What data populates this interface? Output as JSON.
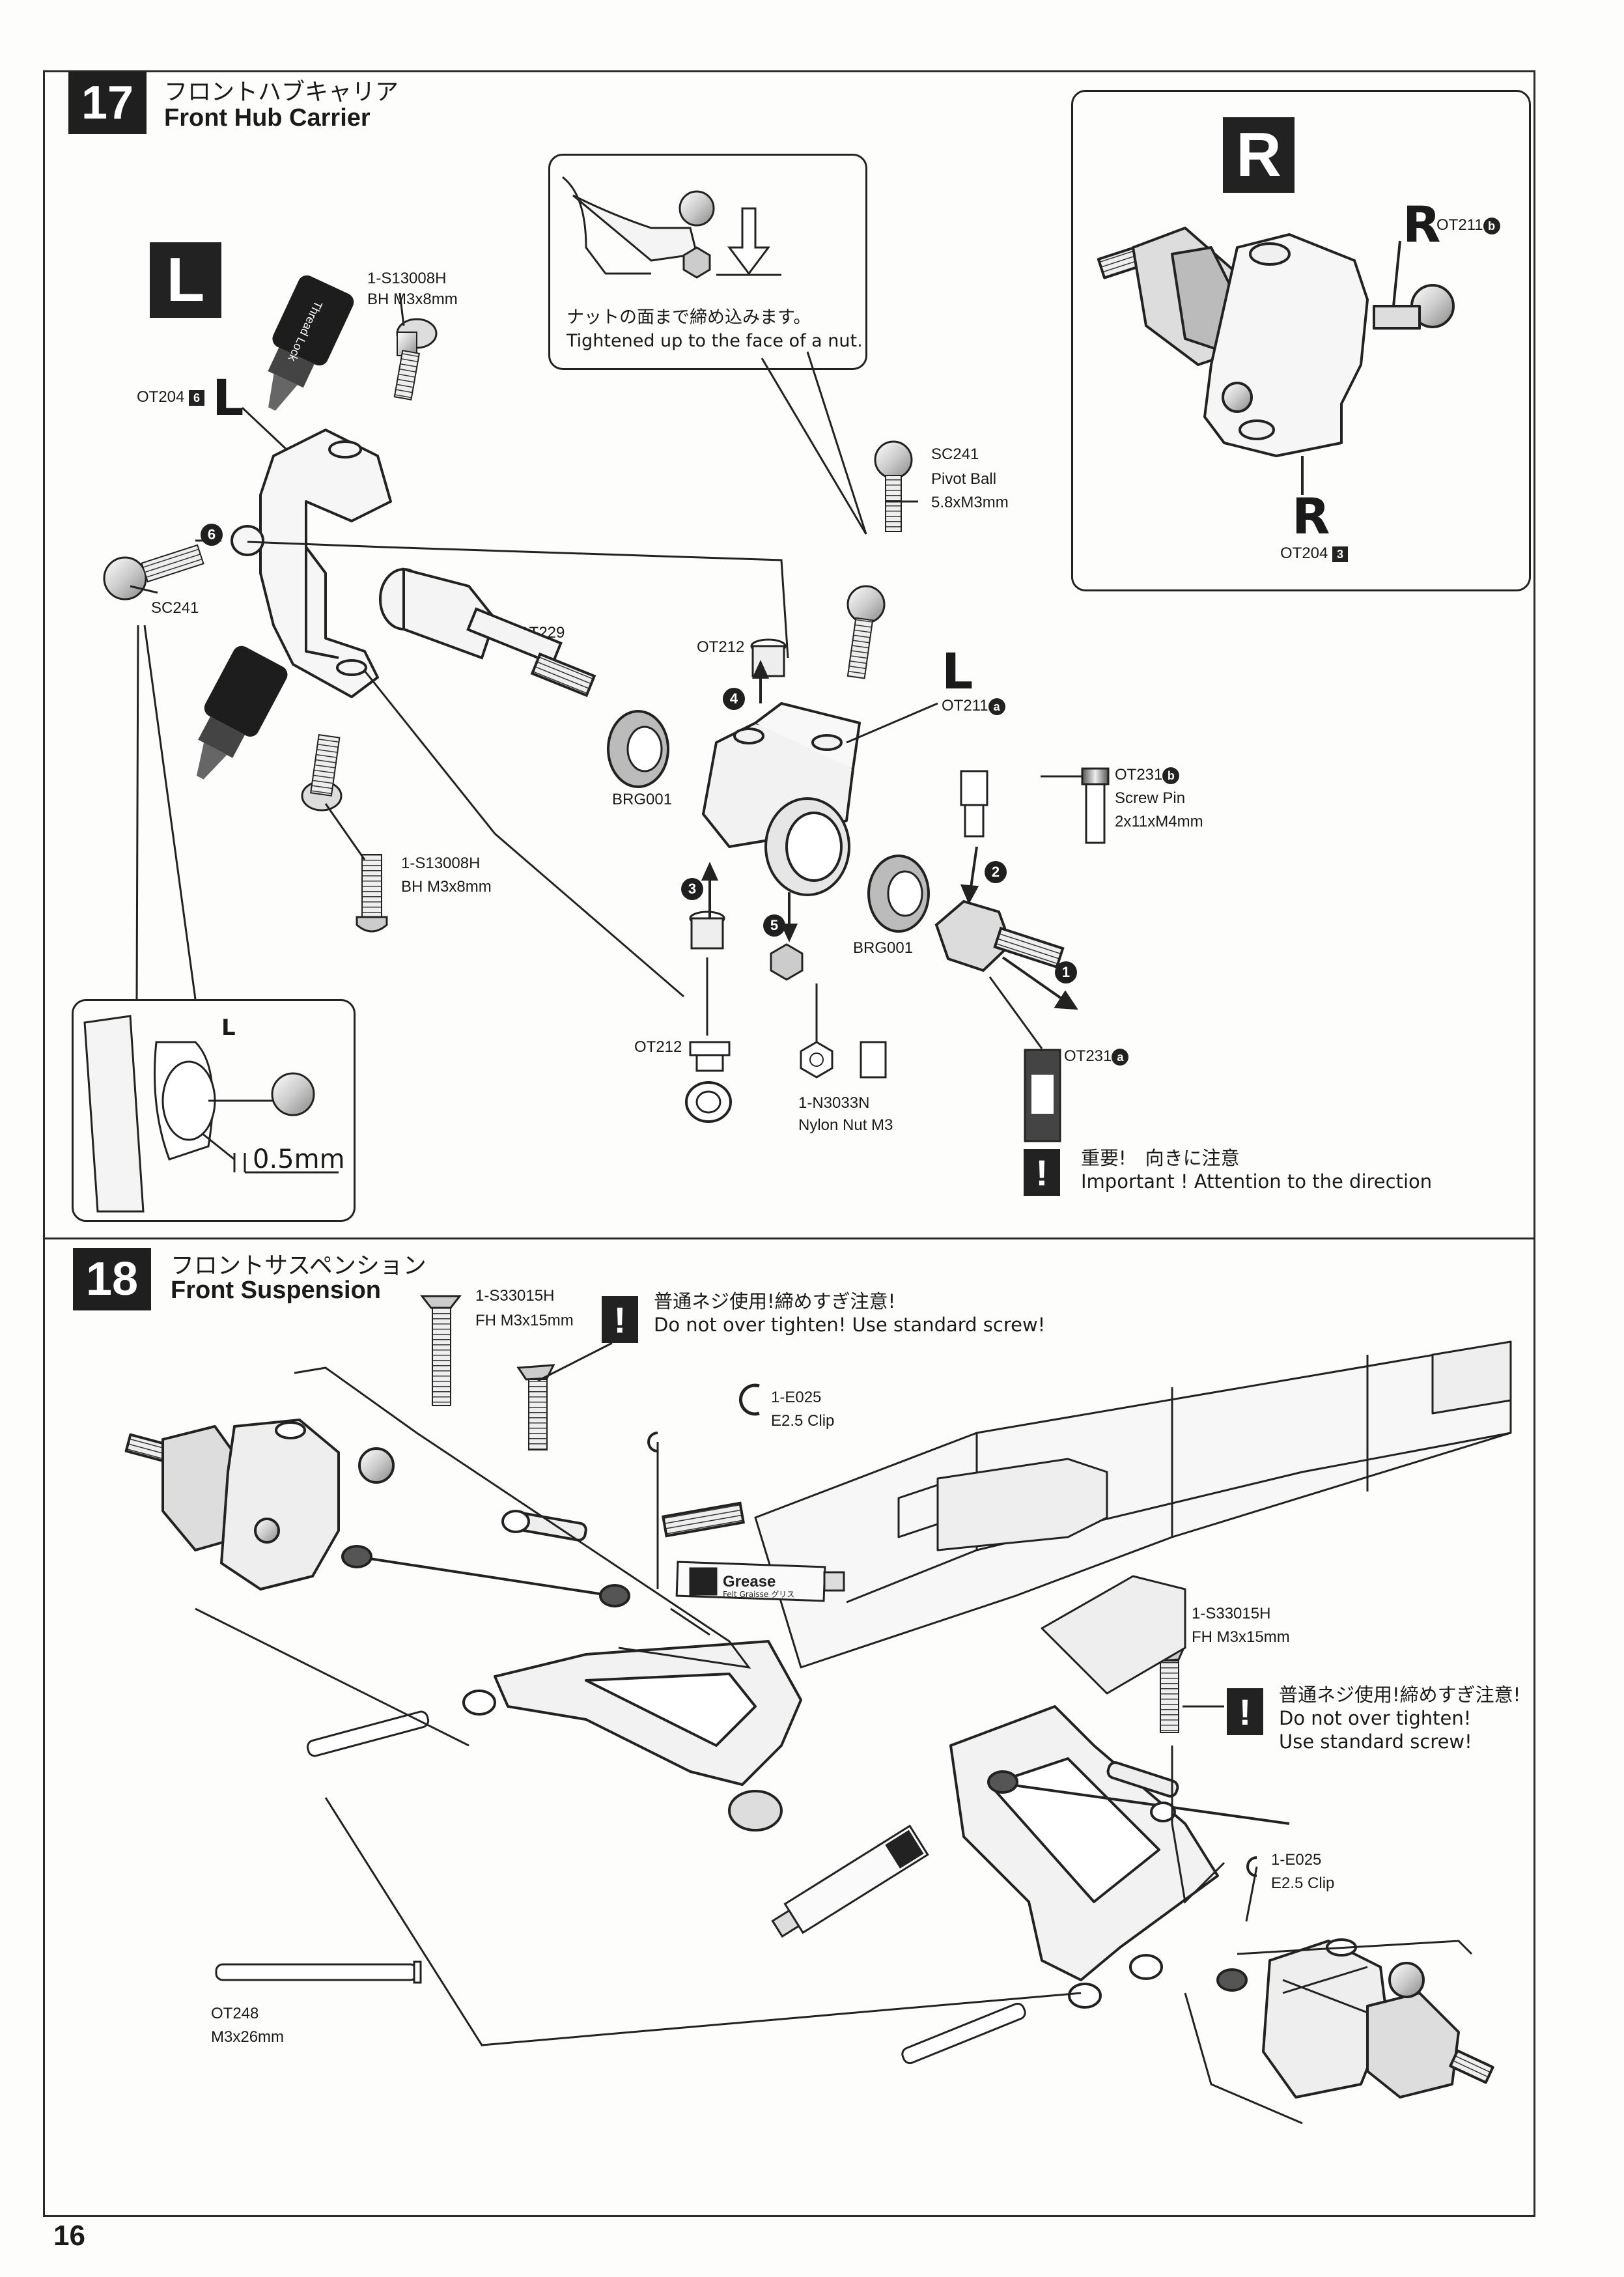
{
  "page_number": "16",
  "step17": {
    "number": "17",
    "title_jp": "フロントハブキャリア",
    "title_en": "Front Hub Carrier",
    "left_badge": "L",
    "right_badge": "R",
    "letter_L": "L",
    "letter_R": "R",
    "inset_top_jp": "ナットの面まで締め込みます。",
    "inset_top_en": "Tightened up to the face of a nut.",
    "inset_bottom_label": "L",
    "inset_bottom_measure": "0.5mm",
    "thread_lock_text": "Thread Lock",
    "parts": {
      "bh_screw_top_code": "1-S13008H",
      "bh_screw_top_size": "BH M3x8mm",
      "bh_screw_bottom_code": "1-S13008H",
      "bh_screw_bottom_size": "BH M3x8mm",
      "ot204_code": "OT204",
      "ot204_num": "6",
      "sc241_left": "SC241",
      "ot229": "OT229",
      "brg001_left": "BRG001",
      "brg001_right": "BRG001",
      "ot212_top": "OT212",
      "ot212_bottom": "OT212",
      "ot211_left_code": "OT211",
      "ot211_left_mark": "a",
      "sc241_pivot_code": "SC241",
      "sc241_pivot_name": "Pivot Ball",
      "sc241_pivot_size": "5.8xM3mm",
      "ot231b_code": "OT231",
      "ot231b_mark": "b",
      "screw_pin_name": "Screw Pin",
      "screw_pin_size": "2x11xM4mm",
      "ot231a_code": "OT231",
      "ot231a_mark": "a",
      "nut_code": "1-N3033N",
      "nut_name": "Nylon Nut M3",
      "ot211_right_code": "OT211",
      "ot211_right_mark": "b",
      "ot204_right_code": "OT204",
      "ot204_right_num": "3"
    },
    "steps_order": [
      "1",
      "2",
      "3",
      "4",
      "5",
      "6"
    ],
    "important_jp": "重要!　向きに注意",
    "important_en": "Important ! Attention to the direction",
    "warn_icon": "!"
  },
  "step18": {
    "number": "18",
    "title_jp": "フロントサスペンション",
    "title_en": "Front Suspension",
    "fh_screw_top_code": "1-S33015H",
    "fh_screw_top_size": "FH M3x15mm",
    "fh_screw_right_code": "1-S33015H",
    "fh_screw_right_size": "FH M3x15mm",
    "warning_top_jp": "普通ネジ使用!締めすぎ注意!",
    "warning_top_en": "Do not over tighten! Use standard screw!",
    "warning_right_jp": "普通ネジ使用!締めすぎ注意!",
    "warning_right_en1": "Do not over tighten!",
    "warning_right_en2": "Use standard screw!",
    "clip_top_code": "1-E025",
    "clip_top_name": "E2.5 Clip",
    "clip_right_code": "1-E025",
    "clip_right_name": "E2.5 Clip",
    "ot248_code": "OT248",
    "ot248_size": "M3x26mm",
    "grease_brand": "Grease",
    "grease_sub": "Felt Graisse グリス",
    "warn_icon": "!"
  }
}
